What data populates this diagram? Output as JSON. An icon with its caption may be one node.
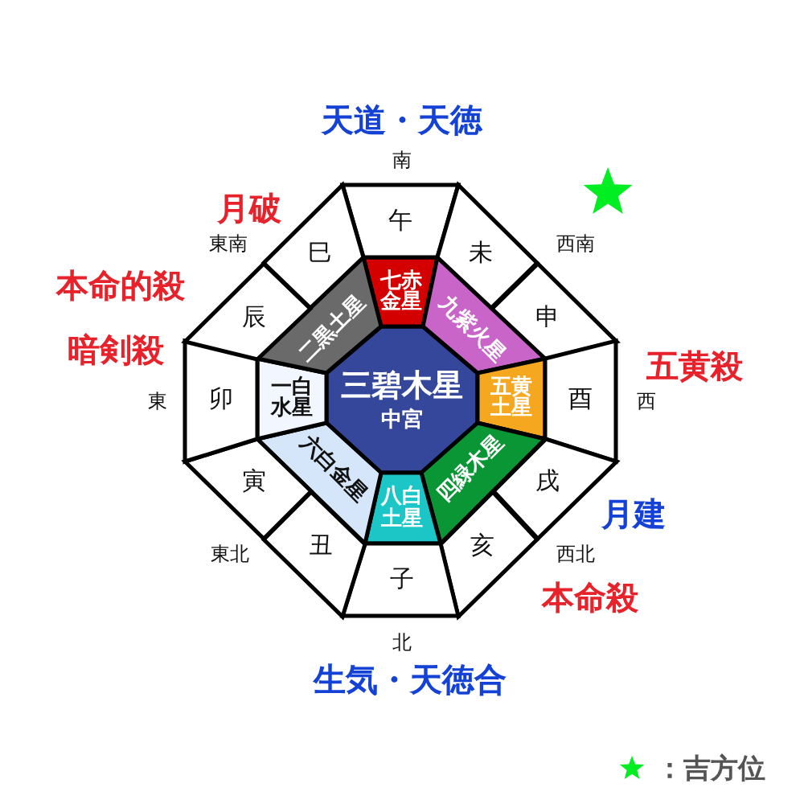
{
  "diagram": {
    "nodes": [
      {
        "text": [
          "三碧木星",
          "中宮"
        ]
      },
      {
        "text": [
          "七赤金星"
        ]
      },
      {
        "text": [
          "九紫火星"
        ]
      },
      {
        "text": [
          "五黄土星"
        ]
      },
      {
        "text": [
          "四緑木星"
        ]
      },
      {
        "text": [
          "八白土星"
        ]
      },
      {
        "text": [
          "六白金星"
        ]
      },
      {
        "text": [
          "一白水星"
        ]
      },
      {
        "text": [
          "二黒土星"
        ]
      },
      {
        "text": [
          "午"
        ]
      },
      {
        "text": [
          "未"
        ]
      },
      {
        "text": [
          "申"
        ]
      },
      {
        "text": [
          "酉"
        ]
      },
      {
        "text": [
          "戌"
        ]
      },
      {
        "text": [
          "亥"
        ]
      },
      {
        "text": [
          "子"
        ]
      },
      {
        "text": [
          "丑"
        ]
      },
      {
        "text": [
          "寅"
        ]
      },
      {
        "text": [
          "卯"
        ]
      },
      {
        "text": [
          "辰"
        ]
      },
      {
        "text": [
          "巳"
        ]
      }
    ],
    "edges": [],
    "labels": [
      "天道・天徳",
      "南",
      "月破",
      "東南",
      "西南",
      "本命的殺",
      "暗剣殺",
      "五黄殺",
      "東",
      "西",
      "月建",
      "東北",
      "西北",
      "本命殺",
      "北",
      "生気・天徳合"
    ],
    "legend": [
      {
        "text": "：吉方位"
      }
    ]
  }
}
